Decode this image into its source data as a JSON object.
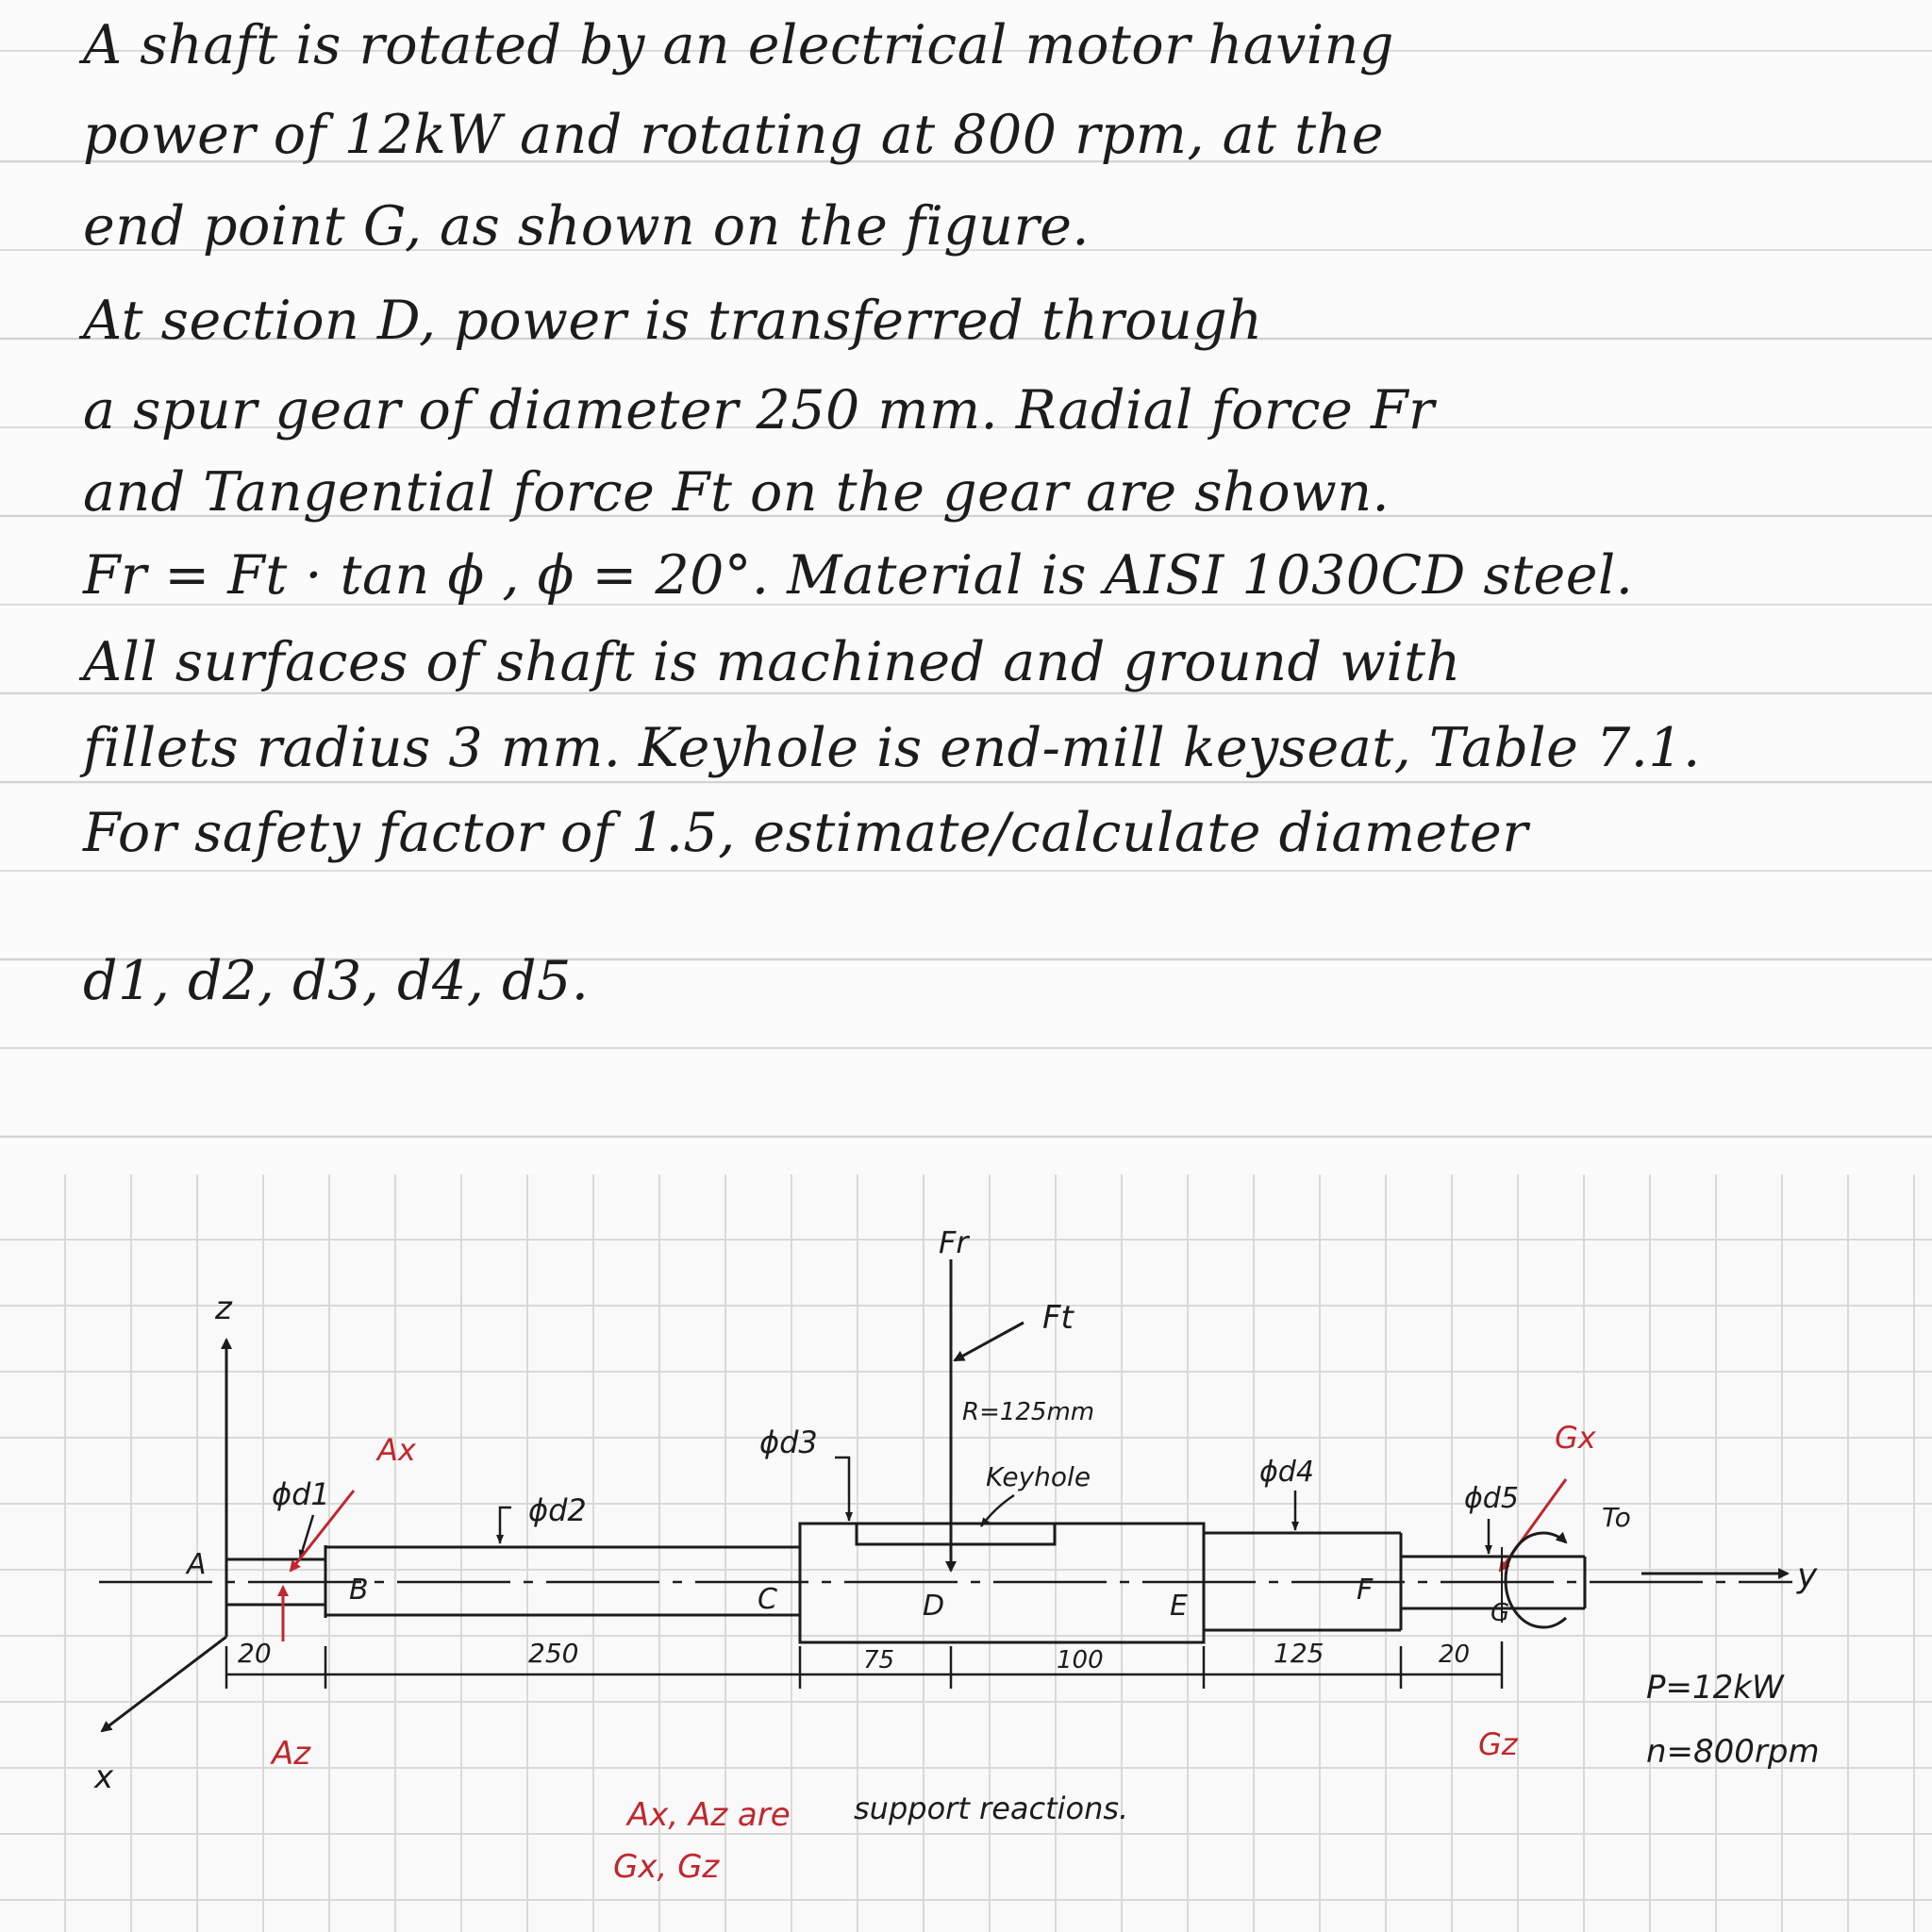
{
  "problem": {
    "lines": [
      "A shaft is rotated by an electrical motor having",
      "power of 12kW and rotating at 800 rpm, at the",
      "end point G, as shown on the figure.",
      "At section D, power is transferred through",
      "a spur gear of diameter 250 mm. Radial force Fr",
      "and Tangential force Ft on the gear are shown.",
      "Fr = Ft · tan ϕ ,  ϕ = 20°. Material is AISI 1030CD steel.",
      "All surfaces of shaft is machined and ground with",
      "fillets radius 3 mm. Keyhole is end-mill keyseat, Table 7.1.",
      "For safety factor of 1.5, estimate/calculate diameter",
      "d1, d2, d3, d4, d5."
    ]
  },
  "figure": {
    "axis_z": "z",
    "axis_x": "x",
    "axis_y": "y",
    "point_a": "A",
    "point_b": "B",
    "point_c": "C",
    "point_d": "D",
    "point_e": "E",
    "point_f": "F",
    "point_g": "G",
    "force_fr": "Fr",
    "force_ft": "Ft",
    "gear_radius": "R=125mm",
    "keyhole": "Keyhole",
    "reaction_ax": "Ax",
    "reaction_az": "Az",
    "reaction_gx": "Gx",
    "reaction_gz": "Gz",
    "torque": "To",
    "dia_d1": "ϕd1",
    "dia_d2": "ϕd2",
    "dia_d3": "ϕd3",
    "dia_d4": "ϕd4",
    "dia_d5": "ϕd5",
    "dim_ab": "20",
    "dim_bc": "250",
    "dim_cd": "75",
    "dim_de": "100",
    "dim_ef": "125",
    "dim_fg": "20",
    "power": "P=12kW",
    "speed": "n=800rpm",
    "note_black": "support reactions.",
    "note_red_1": "Ax, Az are",
    "note_red_2": "Gx, Gz"
  },
  "colors": {
    "ink": "#1c1c1c",
    "red_ink": "#c0272d",
    "grid": "#d9d9d9"
  }
}
